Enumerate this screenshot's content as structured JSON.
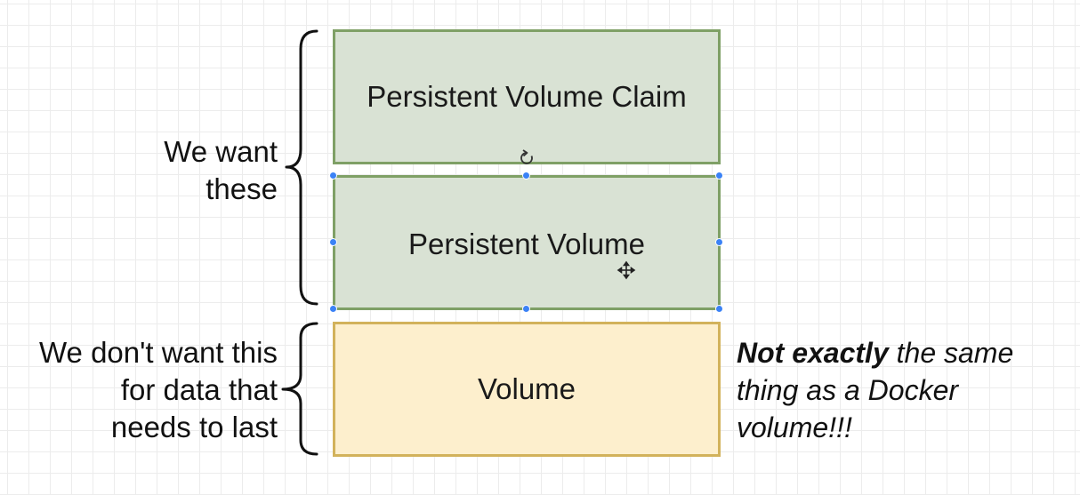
{
  "diagram": {
    "boxes": {
      "pvc": "Persistent Volume Claim",
      "pv": "Persistent Volume",
      "volume": "Volume"
    },
    "left_labels": {
      "want_line1": "We want",
      "want_line2": "these",
      "dont_line1": "We don't want this",
      "dont_line2": "for data that",
      "dont_line3": "needs to last"
    },
    "note": {
      "bold": "Not exactly",
      "line1_rest": " the same",
      "line2": "thing as a Docker",
      "line3": "volume!!!"
    }
  },
  "colors": {
    "green_fill": "#d9e2d4",
    "green_border": "#7fa066",
    "yellow_fill": "#fdefcd",
    "yellow_border": "#d2b25b",
    "selection_handle": "#3b82f6"
  },
  "icons": [
    "rotate-icon",
    "move-cursor-icon"
  ]
}
